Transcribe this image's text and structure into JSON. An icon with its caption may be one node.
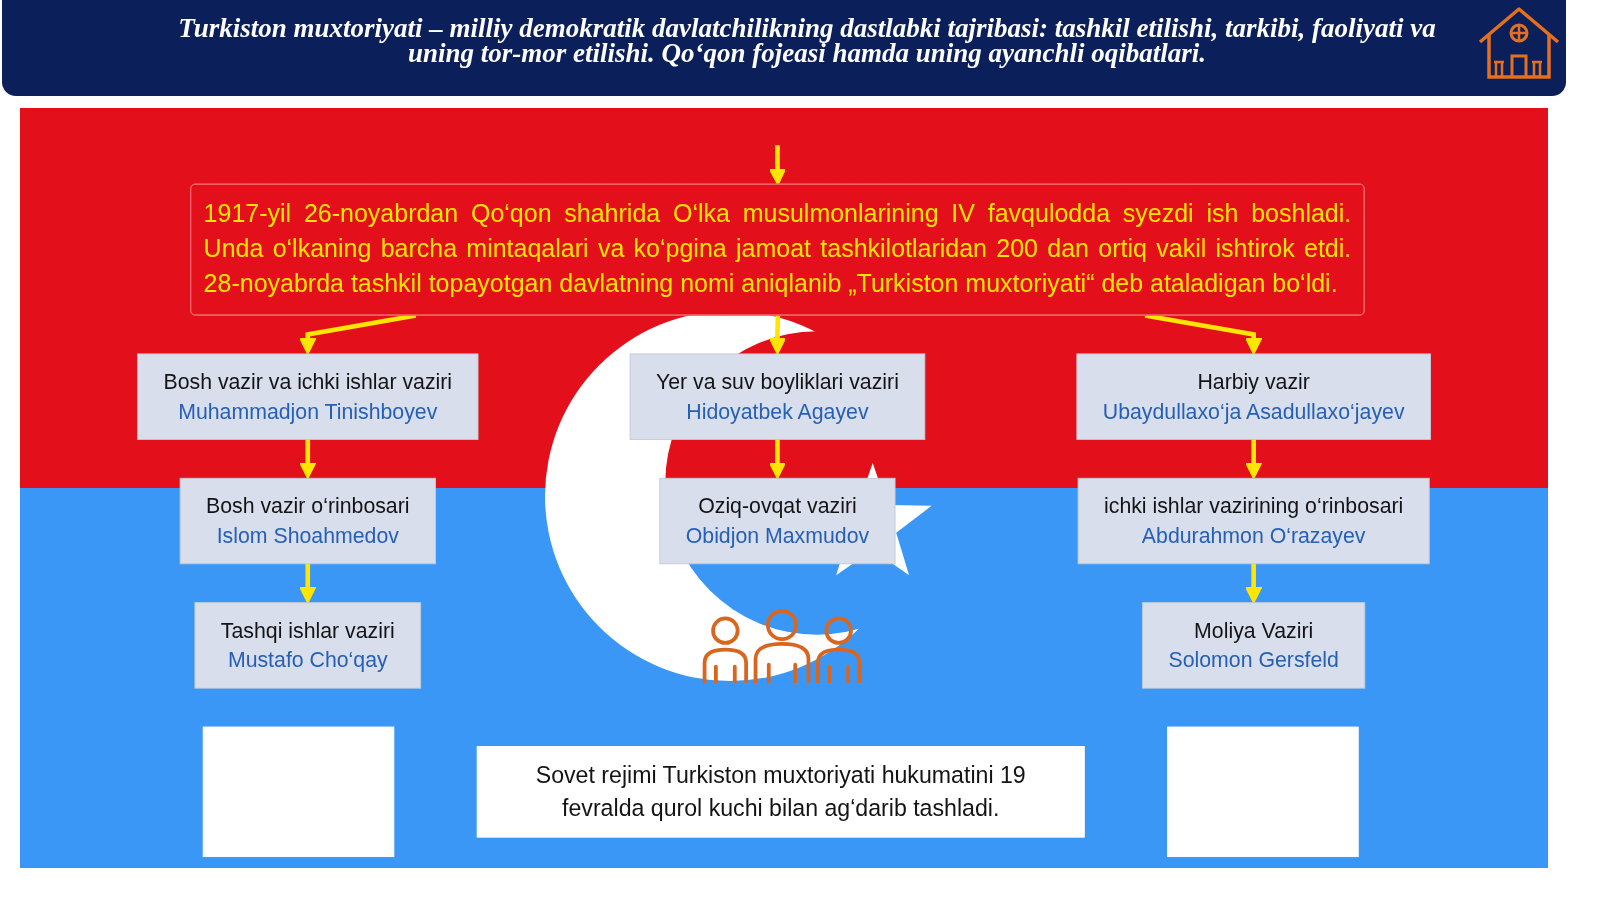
{
  "diagram": {
    "title": "Turkiston muxtoriyati – milliy demokratik davlatchilikning dastlabki tajribasi: tashkil etilishi, tarkibi, faoliyati va uning tor-mor etilishi. Qo‘qon fojeasi hamda uning ayanchli oqibatlari.",
    "nodes": [
      {
        "text": [
          "1917-yil 26-noyabrdan Qo‘qon shahrida O‘lka musulmonlarining IV favqulodda syezdi ish boshladi. Unda o‘lkaning barcha mintaqalari va ko‘pgina jamoat tashkilotlaridan 200 dan ortiq vakil ishtirok etdi. 28-noyabrda tashkil topayotgan davlatning nomi aniqlanib „Turkiston muxtoriyati“ deb ataladigan bo‘ldi."
        ]
      },
      {
        "text": [
          "Bosh vazir va ichki ishlar vaziri",
          "Muhammadjon Tinishboyev"
        ]
      },
      {
        "text": [
          "Yer va suv boyliklari vaziri",
          "Hidoyatbek Agayev"
        ]
      },
      {
        "text": [
          "Harbiy vazir",
          "Ubaydullaxo‘ja Asadullaxo‘jayev"
        ]
      },
      {
        "text": [
          "Bosh vazir o‘rinbosari",
          "Islom Shoahmedov"
        ]
      },
      {
        "text": [
          "Oziq-ovqat vaziri",
          "Obidjon Maxmudov"
        ]
      },
      {
        "text": [
          "ichki ishlar vazirining o‘rinbosari",
          "Abdurahmon O‘razayev"
        ]
      },
      {
        "text": [
          "Tashqi ishlar vaziri",
          "Mustafo Cho‘qay"
        ]
      },
      {
        "text": [
          "Moliya Vaziri",
          "Solomon Gersfeld"
        ]
      },
      {
        "text": [],
        "shape": "box"
      },
      {
        "text": [
          "Sovet rejimi Turkiston muxtoriyati hukumatini 19 fevralda qurol kuchi bilan ag‘darib tashladi."
        ]
      },
      {
        "text": [],
        "shape": "box"
      }
    ],
    "edges": [
      {
        "from": null,
        "to": 0,
        "arrow": "to"
      },
      {
        "from": 0,
        "to": 1,
        "arrow": "to"
      },
      {
        "from": 0,
        "to": 2,
        "arrow": "to"
      },
      {
        "from": 0,
        "to": 3,
        "arrow": "to"
      },
      {
        "from": 1,
        "to": 4,
        "arrow": "to"
      },
      {
        "from": 4,
        "to": 7,
        "arrow": "to"
      },
      {
        "from": 2,
        "to": 5,
        "arrow": "to"
      },
      {
        "from": 3,
        "to": 6,
        "arrow": "to"
      },
      {
        "from": 6,
        "to": 8,
        "arrow": "to"
      }
    ]
  }
}
